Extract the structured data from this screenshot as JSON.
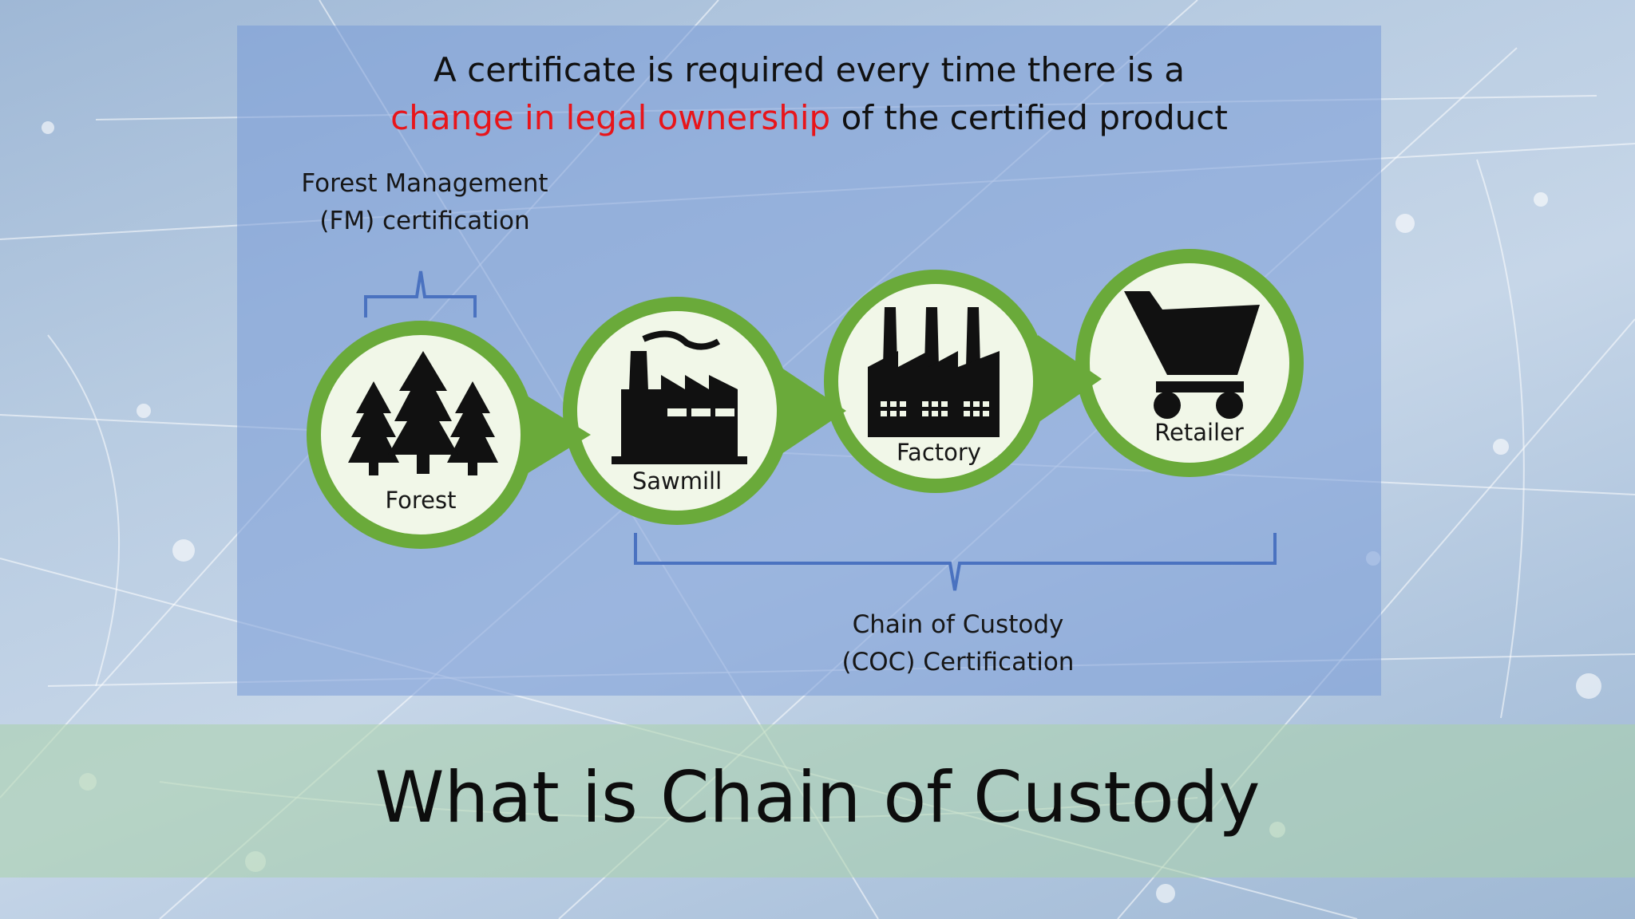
{
  "headline": {
    "line1": "A certificate is required every time there is a",
    "highlight": "change in legal ownership",
    "line2_rest": " of the certified product"
  },
  "fm_label": {
    "line1": "Forest Management",
    "line2": "(FM) certification"
  },
  "coc_label": {
    "line1": "Chain of Custody",
    "line2": "(COC) Certification"
  },
  "nodes": [
    {
      "label": "Forest",
      "icon": "trees-icon"
    },
    {
      "label": "Sawmill",
      "icon": "sawmill-icon"
    },
    {
      "label": "Factory",
      "icon": "factory-icon"
    },
    {
      "label": "Retailer",
      "icon": "cart-icon"
    }
  ],
  "title": "What is Chain of Custody",
  "colors": {
    "ring": "#6aaa3a",
    "circle_fill": "#f1f7e8",
    "highlight": "#e8151a",
    "bracket": "#4a72c0"
  }
}
